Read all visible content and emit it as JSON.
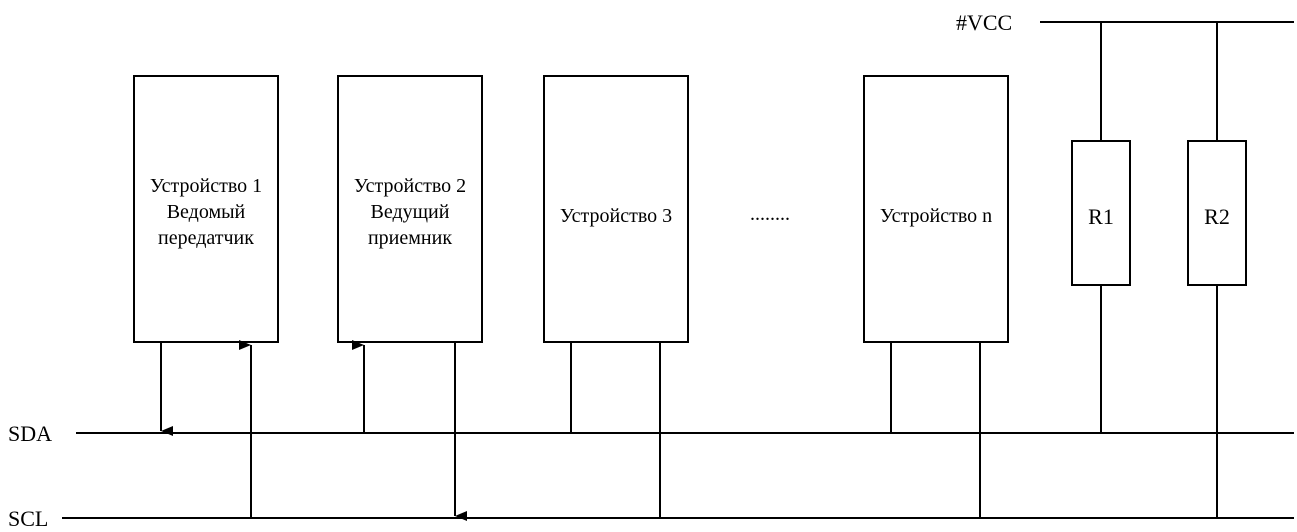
{
  "diagram": {
    "supply_label": "#VCC",
    "buses": {
      "sda": "SDA",
      "scl": "SCL"
    },
    "devices": [
      {
        "lines": [
          "Устройство 1",
          "Ведомый",
          "передатчик"
        ]
      },
      {
        "lines": [
          "Устройство 2",
          "Ведущий",
          "приемник"
        ]
      },
      {
        "lines": [
          "Устройство 3"
        ]
      },
      {
        "lines": [
          "Устройство n"
        ]
      }
    ],
    "ellipsis": "........",
    "resistors": [
      "R1",
      "R2"
    ]
  }
}
